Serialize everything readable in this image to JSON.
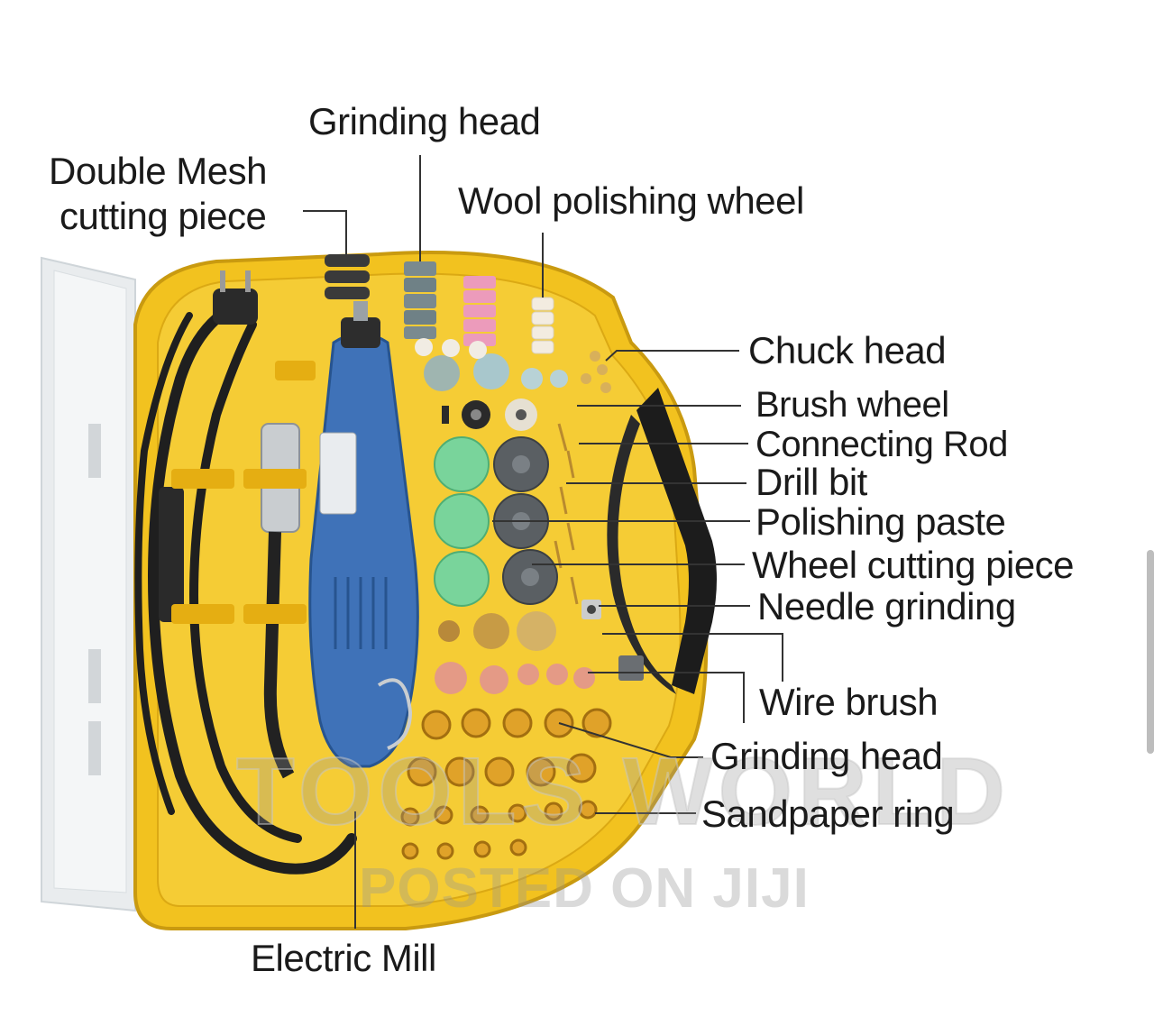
{
  "colors": {
    "case_yellow": "#f2c21f",
    "case_edge": "#c99a10",
    "lid_grey": "#e9ecee",
    "tool_blue": "#3f72b8",
    "handle_black": "#1c1c1c",
    "leader_line": "#333333",
    "watermark": "#9a9a9a"
  },
  "labels": {
    "grinding_head_top": "Grinding head",
    "double_mesh_1": "Double Mesh",
    "double_mesh_2": "cutting piece",
    "wool_polishing_wheel": "Wool polishing wheel",
    "chuck_head": "Chuck head",
    "brush_wheel": "Brush wheel",
    "connecting_rod": "Connecting Rod",
    "drill_bit": "Drill bit",
    "polishing_paste": "Polishing paste",
    "wheel_cutting_piece": "Wheel cutting piece",
    "needle_grinding": "Needle grinding",
    "wire_brush": "Wire brush",
    "grinding_head_bottom": "Grinding head",
    "sandpaper_ring": "Sandpaper ring",
    "electric_mill": "Electric Mill"
  },
  "watermarks": {
    "brand": "TOOLS WORLD",
    "posted": "POSTED ON JIJI"
  },
  "icons": {
    "product": "rotary-tool-kit-illustration",
    "handle": "case-handle-icon",
    "plug": "power-plug-icon"
  }
}
